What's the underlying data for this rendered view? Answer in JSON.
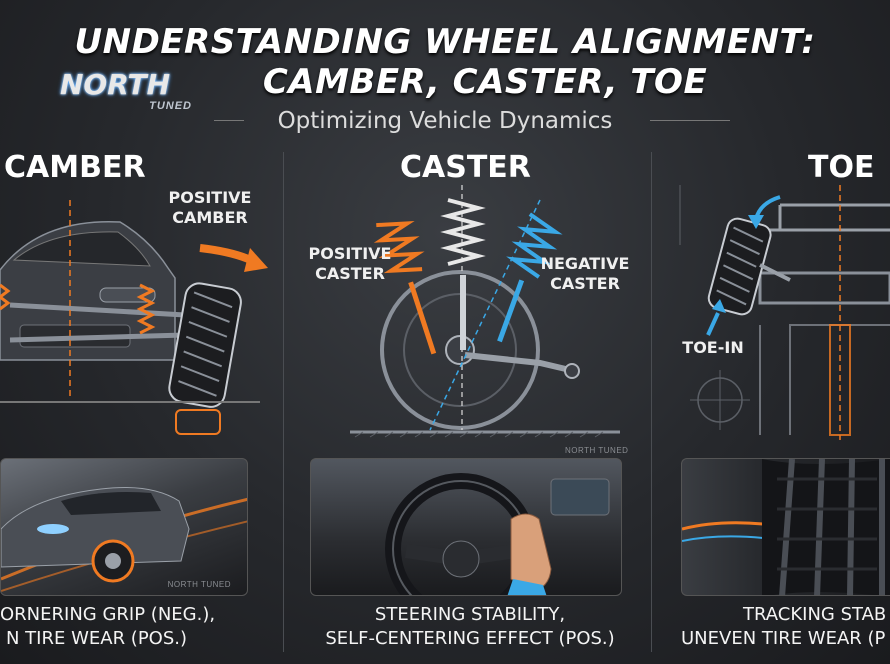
{
  "header": {
    "title_line1": "UNDERSTANDING WHEEL ALIGNMENT:",
    "title_line2": "CAMBER, CASTER, TOE",
    "subtitle": "Optimizing Vehicle Dynamics"
  },
  "logo": {
    "word": "NORTH",
    "sub": "TUNED"
  },
  "sections": {
    "camber": {
      "heading": "CAMBER",
      "label_line1": "POSITIVE",
      "label_line2": "CAMBER",
      "caption_line1": "ORNERING GRIP (NEG.),",
      "caption_line2": "N TIRE WEAR (POS.)",
      "watermark": "NORTH TUNED"
    },
    "caster": {
      "heading": "CASTER",
      "positive_line1": "POSITIVE",
      "positive_line2": "CASTER",
      "negative_line1": "NEGATIVE",
      "negative_line2": "CASTER",
      "watermark": "NORTH TUNED",
      "caption_line1": "STEERING STABILITY,",
      "caption_line2": "SELF-CENTERING EFFECT (POS.)"
    },
    "toe": {
      "heading": "TOE",
      "label": "TOE-IN",
      "caption_line1": "TRACKING STAB",
      "caption_line2": "UNEVEN TIRE WEAR (P"
    }
  },
  "colors": {
    "accent_orange": "#f07a22",
    "accent_blue": "#3aa8e6",
    "background": "#2a2c30"
  }
}
